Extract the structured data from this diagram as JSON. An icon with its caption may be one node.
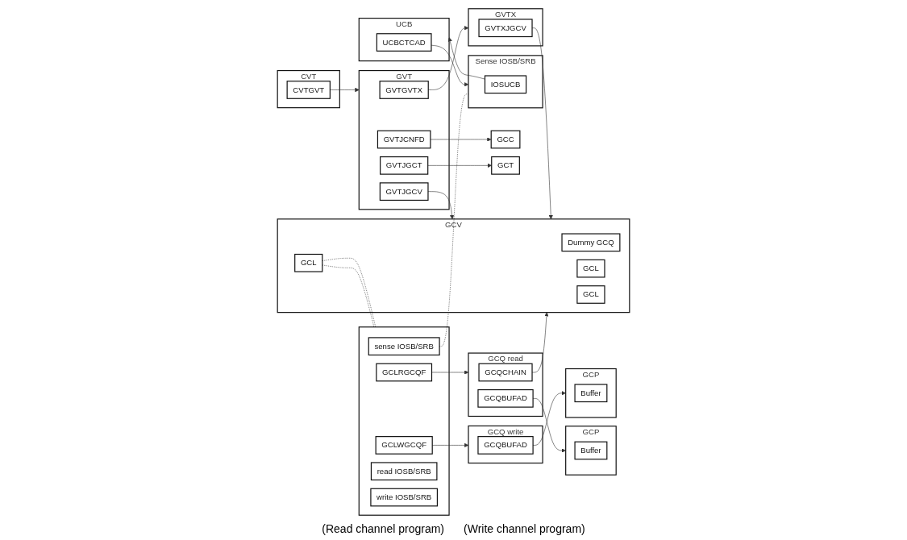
{
  "diagram": {
    "nodes": [
      {
        "text": [
          "CVT"
        ]
      },
      {
        "text": [
          "CVTGVT"
        ],
        "in": 0
      },
      {
        "text": [
          "GVT"
        ]
      },
      {
        "text": [
          "GVTGVTX"
        ],
        "in": 2
      },
      {
        "text": [
          "GVTJGCT"
        ],
        "in": 2
      },
      {
        "text": [
          "GVTJCNFD"
        ],
        "in": 2
      },
      {
        "text": [
          "GVTJGCV"
        ],
        "in": 2
      },
      {
        "text": [
          "GCT"
        ]
      },
      {
        "text": [
          "GCC"
        ]
      },
      {
        "text": [
          "GVTX"
        ]
      },
      {
        "text": [
          "GVTXJGCV"
        ],
        "in": 9
      },
      {
        "text": [
          "GCV"
        ]
      },
      {
        "text": [
          "Dummy GCQ"
        ],
        "in": 11
      },
      {
        "text": [
          "GCL"
        ],
        "in": 11
      },
      {
        "text": [
          "GCL"
        ],
        "in": 11
      },
      {
        "text": [
          "GCL"
        ],
        "in": 11
      },
      {
        "text": [],
        "shape": "box"
      },
      {
        "text": [
          "GCLWGCQF"
        ],
        "in": 16
      },
      {
        "text": [
          "GCLRGCQF"
        ],
        "in": 16
      },
      {
        "text": [
          "sense IOSB/SRB"
        ],
        "in": 16
      },
      {
        "text": [
          "read IOSB/SRB"
        ],
        "in": 16
      },
      {
        "text": [
          "write IOSB/SRB"
        ],
        "in": 16
      },
      {
        "text": [
          "GCQ write"
        ]
      },
      {
        "text": [
          "GCQBUFAD"
        ],
        "in": 22
      },
      {
        "text": [
          "GCP"
        ]
      },
      {
        "text": [
          "Buffer"
        ],
        "in": 24
      },
      {
        "text": [
          "GCQ read"
        ]
      },
      {
        "text": [
          "GCQCHAIN"
        ],
        "in": 26
      },
      {
        "text": [
          "GCQBUFAD"
        ],
        "in": 26
      },
      {
        "text": [
          "GCP"
        ]
      },
      {
        "text": [
          "Buffer"
        ],
        "in": 29
      },
      {
        "text": [
          "Sense IOSB/SRB"
        ]
      },
      {
        "text": [
          "IOSUCB"
        ],
        "in": 31
      },
      {
        "text": [
          "UCB"
        ]
      },
      {
        "text": [
          "UCBCTCAD"
        ],
        "in": 33
      }
    ],
    "edges": [
      {
        "from": 1,
        "to": 2,
        "arrow": "to"
      },
      {
        "from": 3,
        "to": 9,
        "arrow": "to"
      },
      {
        "from": 4,
        "to": 7,
        "arrow": "to"
      },
      {
        "from": 5,
        "to": 8,
        "arrow": "to"
      },
      {
        "from": 6,
        "to": 11,
        "arrow": "to"
      },
      {
        "from": 10,
        "to": 11,
        "arrow": "to"
      },
      {
        "from": 13,
        "to": 16,
        "arrow": "none",
        "style": "dashed"
      },
      {
        "from": 13,
        "to": 16,
        "arrow": "none",
        "style": "dashed"
      },
      {
        "from": 17,
        "to": 22,
        "arrow": "to"
      },
      {
        "from": 18,
        "to": 26,
        "arrow": "to"
      },
      {
        "from": 23,
        "to": 24,
        "arrow": "to"
      },
      {
        "from": 27,
        "to": 11,
        "arrow": "to"
      },
      {
        "from": 28,
        "to": 29,
        "arrow": "to"
      },
      {
        "from": 19,
        "to": 31,
        "arrow": "none",
        "style": "dashed"
      },
      {
        "from": 32,
        "to": 33,
        "arrow": "to"
      },
      {
        "from": 34,
        "to": 31,
        "arrow": "to"
      }
    ],
    "labels": [
      "(Read channel program)",
      "(Write channel program)"
    ]
  }
}
